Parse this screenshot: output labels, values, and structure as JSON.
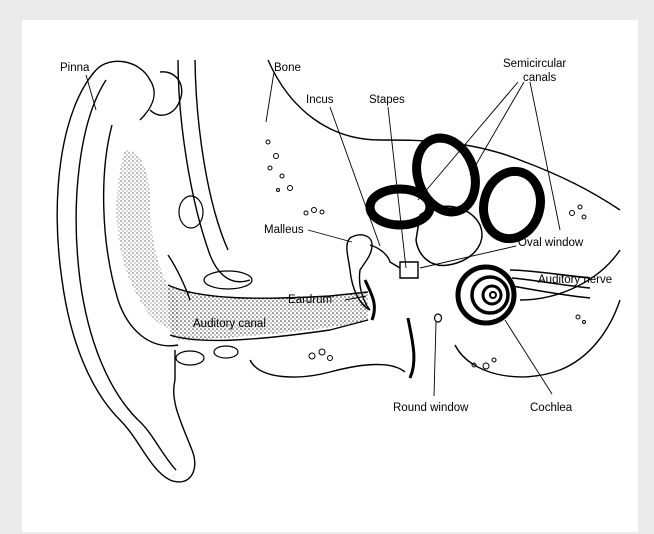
{
  "labels": {
    "pinna": "Pinna",
    "bone": "Bone",
    "incus": "Incus",
    "stapes": "Stapes",
    "semicircular_1": "Semicircular",
    "semicircular_2": "canals",
    "malleus": "Malleus",
    "oval_window": "Oval window",
    "auditory_nerve": "Auditory nerve",
    "eardrum": "Eardrum",
    "auditory_canal": "Auditory canal",
    "round_window": "Round window",
    "cochlea": "Cochlea"
  },
  "colors": {
    "background": "#ebebeb",
    "panel": "#ffffff",
    "ink": "#000000"
  }
}
